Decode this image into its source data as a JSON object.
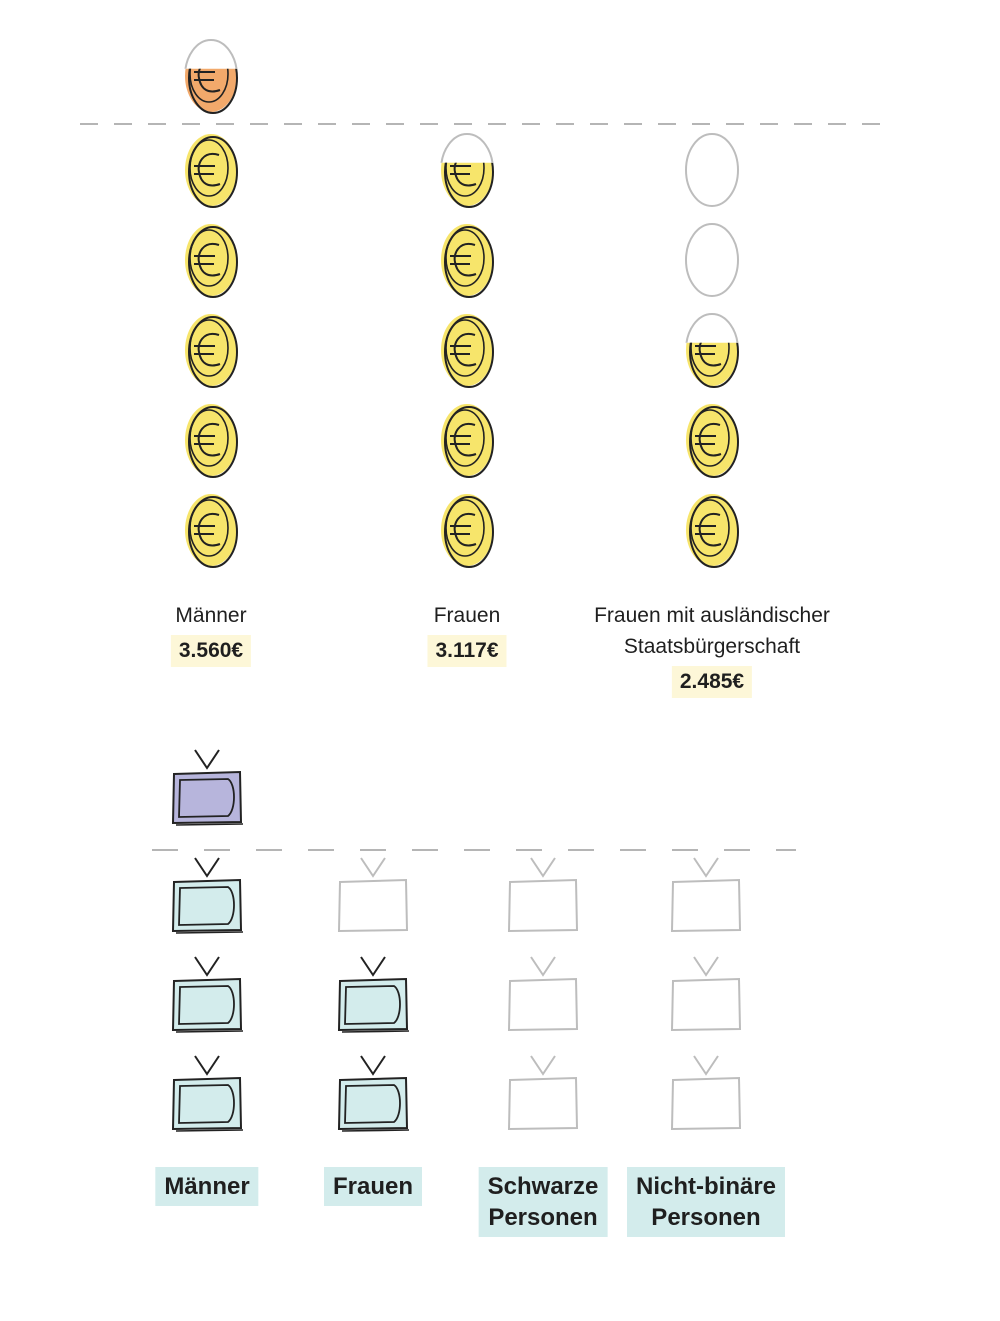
{
  "chart_data": [
    {
      "type": "pictogram",
      "icon": "coin-icon",
      "units": "coins",
      "threshold": 5,
      "threshold_line": "dashed",
      "bars": [
        {
          "label": "Männer",
          "value_label": "3.560€",
          "units": 5.6,
          "label_lines": [
            "Männer"
          ]
        },
        {
          "label": "Frauen",
          "value_label": "3.117€",
          "units": 4.6,
          "label_lines": [
            "Frauen"
          ]
        },
        {
          "label": "Frauen mit ausländischer Staatsbürgerschaft",
          "value_label": "2.485€",
          "units": 2.6,
          "label_lines": [
            "Frauen mit ausländischer",
            "Staatsbürgerschaft"
          ]
        }
      ],
      "colors": {
        "fill": "#f7e56b",
        "above_threshold": "#f2a96b",
        "outline": "#222222",
        "empty": "#bdbdbd"
      }
    },
    {
      "type": "pictogram",
      "icon": "tv-icon",
      "units": "tvs",
      "threshold": 3,
      "threshold_line": "dashed",
      "bars": [
        {
          "label": "Männer",
          "units": 4,
          "label_lines": [
            "Männer"
          ]
        },
        {
          "label": "Frauen",
          "units": 2,
          "label_lines": [
            "Frauen"
          ]
        },
        {
          "label": "Schwarze Personen",
          "units": 0,
          "label_lines": [
            "Schwarze",
            "Personen"
          ]
        },
        {
          "label": "Nicht-binäre Personen",
          "units": 0,
          "label_lines": [
            "Nicht-binäre",
            "Personen"
          ]
        }
      ],
      "colors": {
        "fill": "#d3ecec",
        "above_threshold": "#b7b5dc",
        "outline": "#222222",
        "empty": "#bdbdbd",
        "label_bg": "#d3ecec"
      }
    }
  ]
}
